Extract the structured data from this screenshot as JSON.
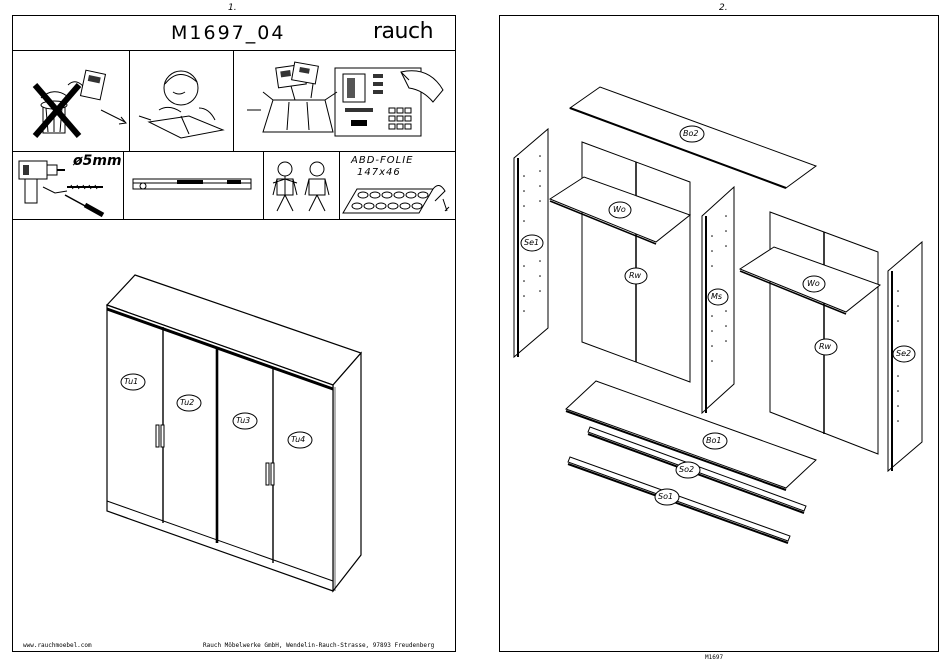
{
  "left_page": {
    "page_number": "1.",
    "title": "M1697_04",
    "brand": "rauch",
    "drill_size": "ø5mm",
    "foil_label_line1": "ABD-FOLIE",
    "foil_label_line2": "147x46",
    "door_labels": [
      "Tu1",
      "Tu2",
      "Tu3",
      "Tu4"
    ],
    "footer_left": "www.rauchmoebel.com",
    "footer_right": "Rauch Möbelwerke GmbH, Wendelin-Rauch-Strasse, 97893 Freudenberg"
  },
  "right_page": {
    "page_number": "2.",
    "part_labels": {
      "bo2": "Bo2",
      "wo_left": "Wo",
      "wo_right": "Wo",
      "se1": "Se1",
      "rw_left": "Rw",
      "rw_right": "Rw",
      "ms": "Ms",
      "se2": "Se2",
      "bo1": "Bo1",
      "so2": "So2",
      "so1": "So1"
    },
    "footer_code": "M1697"
  }
}
